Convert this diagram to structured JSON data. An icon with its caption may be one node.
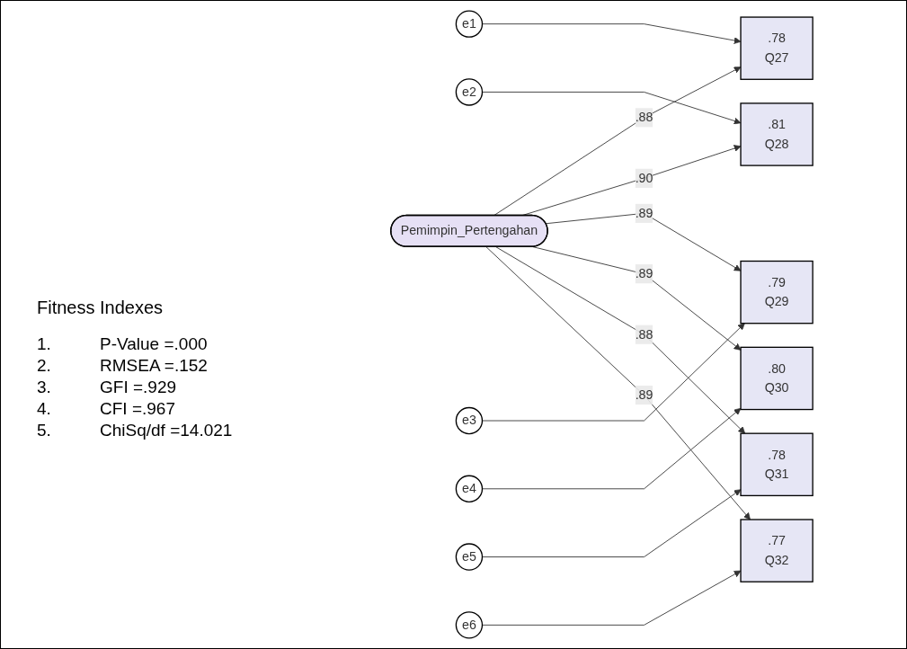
{
  "diagram": {
    "nodes": [
      {
        "text": [
          "Pemimpin_Pertengahan"
        ]
      },
      {
        "text": [
          ".78",
          "Q27"
        ]
      },
      {
        "text": [
          ".81",
          "Q28"
        ]
      },
      {
        "text": [
          ".79",
          "Q29"
        ]
      },
      {
        "text": [
          ".80",
          "Q30"
        ]
      },
      {
        "text": [
          ".78",
          "Q31"
        ]
      },
      {
        "text": [
          ".77",
          "Q32"
        ]
      },
      {
        "text": [
          "e1"
        ]
      },
      {
        "text": [
          "e2"
        ]
      },
      {
        "text": [
          "e3"
        ]
      },
      {
        "text": [
          "e4"
        ]
      },
      {
        "text": [
          "e5"
        ]
      },
      {
        "text": [
          "e6"
        ]
      }
    ],
    "edges": [
      {
        "from": 0,
        "to": 1,
        "arrow": "to",
        "label": ".88"
      },
      {
        "from": 0,
        "to": 2,
        "arrow": "to",
        "label": ".90"
      },
      {
        "from": 0,
        "to": 3,
        "arrow": "to",
        "label": ".89"
      },
      {
        "from": 0,
        "to": 4,
        "arrow": "to",
        "label": ".89"
      },
      {
        "from": 0,
        "to": 5,
        "arrow": "to",
        "label": ".88"
      },
      {
        "from": 0,
        "to": 6,
        "arrow": "to",
        "label": ".89"
      },
      {
        "from": 7,
        "to": 1,
        "arrow": "to"
      },
      {
        "from": 8,
        "to": 2,
        "arrow": "to"
      },
      {
        "from": 9,
        "to": 3,
        "arrow": "to"
      },
      {
        "from": 10,
        "to": 4,
        "arrow": "to"
      },
      {
        "from": 11,
        "to": 5,
        "arrow": "to"
      },
      {
        "from": 12,
        "to": 6,
        "arrow": "to"
      }
    ],
    "labels": [
      "Fitness Indexes",
      "1.",
      "P-Value =.000",
      "2.",
      "RMSEA =.152",
      "3.",
      "GFI =.929",
      "4.",
      "CFI =.967",
      "5.",
      "ChiSq/df =14.021"
    ]
  }
}
